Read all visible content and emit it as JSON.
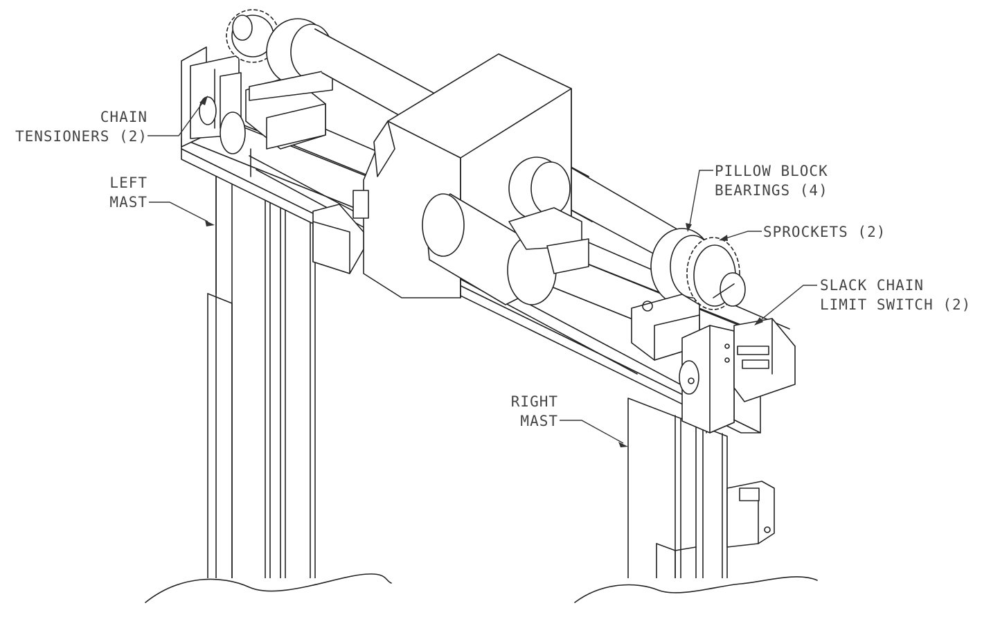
{
  "labels": {
    "chain_tensioners": {
      "line1": "CHAIN",
      "line2": "TENSIONERS (2)"
    },
    "left_mast": {
      "line1": "LEFT",
      "line2": "MAST"
    },
    "pillow_block_bearings": {
      "line1": "PILLOW BLOCK",
      "line2": "BEARINGS (4)"
    },
    "sprockets": {
      "line1": "SPROCKETS (2)"
    },
    "slack_chain_limit_switch": {
      "line1": "SLACK CHAIN",
      "line2": "LIMIT SWITCH (2)"
    },
    "right_mast": {
      "line1": "RIGHT",
      "line2": "MAST"
    }
  },
  "colors": {
    "line": "#222222",
    "label_text": "#444444",
    "background": "#ffffff"
  }
}
